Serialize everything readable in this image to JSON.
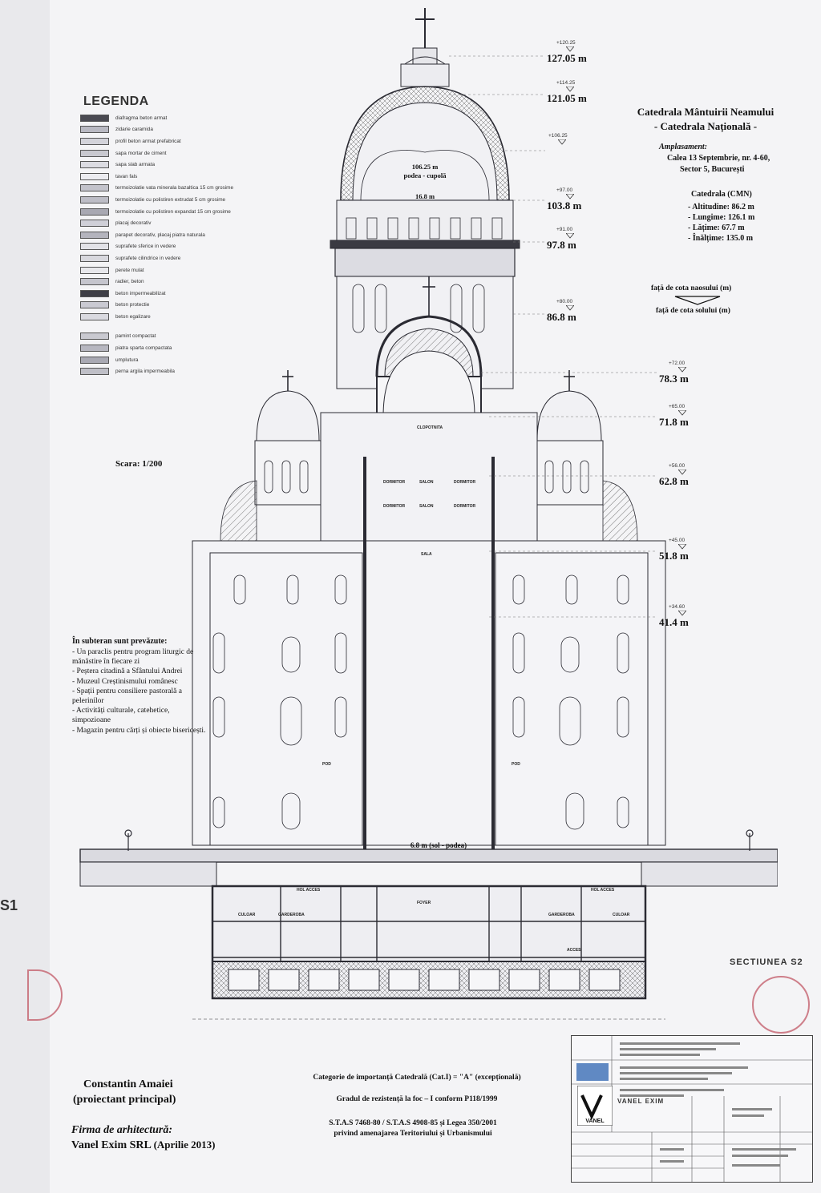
{
  "legend": {
    "title": "LEGENDA",
    "items": [
      {
        "label": "diafragma beton armat",
        "fill": "#4a4a52"
      },
      {
        "label": "zidarie caramida",
        "fill": "#b9b9c2"
      },
      {
        "label": "profil beton armat prefabricat",
        "fill": "#d3d3da"
      },
      {
        "label": "sapa mortar de ciment",
        "fill": "#c8c8cf"
      },
      {
        "label": "sapa slab armata",
        "fill": "#dcdce2"
      },
      {
        "label": "tavan fals",
        "fill": "#ececf0"
      },
      {
        "label": "termoizolatie vata minerala bazaltica 15 cm grosime",
        "fill": "#c3c3cb"
      },
      {
        "label": "termoizolatie cu polistiren extrudat 5 cm grosime",
        "fill": "#bdbdc6"
      },
      {
        "label": "termoizolatie cu polistiren expandat 15 cm grosime",
        "fill": "#a8a8b2"
      },
      {
        "label": "placaj decorativ",
        "fill": "#d0d0d8"
      },
      {
        "label": "parapet decorativ, placaj piatra naturala",
        "fill": "#b4b4bd"
      },
      {
        "label": "suprafete sferice in vedere",
        "fill": "#e2e2e7"
      },
      {
        "label": "suprafete cilindrice in vedere",
        "fill": "#d8d8de"
      },
      {
        "label": "perete mulat",
        "fill": "#e8e8ec"
      },
      {
        "label": "radier, beton",
        "fill": "#c5c5cd"
      },
      {
        "label": "beton impermeabilizat",
        "fill": "#3e3e46"
      },
      {
        "label": "beton protectie",
        "fill": "#cacad2"
      },
      {
        "label": "beton egalizare",
        "fill": "#dadae0"
      }
    ],
    "items2": [
      {
        "label": "pamint compactat",
        "fill": "#c9c9d0"
      },
      {
        "label": "piatra sparta compactata",
        "fill": "#b7b7c0"
      },
      {
        "label": "umplutura",
        "fill": "#a9a9b3"
      },
      {
        "label": "perna argila impermeabila",
        "fill": "#bfbfc7"
      }
    ]
  },
  "title": {
    "line1": "Catedrala Mântuirii Neamului",
    "line2": "- Catedrala Națională -"
  },
  "amplasament": {
    "heading": "Amplasament:",
    "lines": [
      "Calea 13 Septembrie, nr. 4-60,",
      "Sector 5, București"
    ]
  },
  "cmn": {
    "heading": "Catedrala (CMN)",
    "lines": [
      "- Altitudine: 86.2 m",
      "- Lungime: 126.1 m",
      "- Lățime: 67.7 m",
      "- Înălțime: 135.0 m"
    ]
  },
  "reference": {
    "naos": "față de cota naosului (m)",
    "sol": "față de cota solului (m)"
  },
  "levels": [
    {
      "small": "+120.25",
      "big": "127.05 m"
    },
    {
      "small": "+114.25",
      "big": "121.05 m"
    },
    {
      "small": "+106.25",
      "big": ""
    },
    {
      "small": "+97.00",
      "big": "103.8 m"
    },
    {
      "small": "+91.00",
      "big": "97.8 m"
    },
    {
      "small": "+80.00",
      "big": "86.8 m"
    },
    {
      "small": "+72.00",
      "big": "78.3 m"
    },
    {
      "small": "+65.00",
      "big": "71.8 m"
    },
    {
      "small": "+56.00",
      "big": "62.8 m"
    },
    {
      "small": "+45.00",
      "big": "51.8 m"
    },
    {
      "small": "+34.60",
      "big": "41.4 m"
    }
  ],
  "dome": {
    "label1": "106.25 m",
    "label2": "podea - cupolă",
    "width": "16.8 m"
  },
  "ground_label": "6.8 m (sol - podea)",
  "scale": "Scara: 1/200",
  "underground": {
    "heading": "În subteran sunt prevăzute:",
    "items": [
      "- Un paraclis pentru program liturgic de mănăstire în fiecare zi",
      "- Peștera citadină a Sfântului Andrei",
      "- Muzeul Creștinismului românesc",
      "- Spații pentru consiliere pastorală a pelerinilor",
      "- Activități culturale, catehetice, simpozioane",
      "- Magazin pentru cărți și obiecte bisericești."
    ]
  },
  "architect": {
    "name": "Constantin Amaiei",
    "role": "(proiectant principal)",
    "firm_heading": "Firma de arhitectură:",
    "firm": "Vanel Exim SRL",
    "date": "(Aprilie 2013)"
  },
  "notes": {
    "category": "Categorie de importanță Catedrală (Cat.I) = \"A\" (excepțională)",
    "fire": "Gradul de rezistență la foc – I conform P118/1999",
    "stas1": "S.T.A.S 7468-80 / S.T.A.S 4908-85 și Legea 350/2001",
    "stas2": "privind amenajarea Teritoriului și Urbanismului"
  },
  "section_label": "SECTIUNEA S2",
  "left_section_label": "S1",
  "titleblock": {
    "company": "VANEL EXIM",
    "logo": "VANEL"
  },
  "room_labels": {
    "clopotnita": "CLOPOTNITA",
    "dormitor": "DORMITOR",
    "salon": "SALON",
    "sala": "SALA",
    "foyer": "FOYER",
    "hol_acces": "HOL ACCES",
    "culoar": "CULOAR",
    "garderoba": "GARDEROBA",
    "acces": "ACCES",
    "pod": "POD"
  },
  "colors": {
    "ink": "#2b2b33",
    "paper": "#f4f4f6",
    "stamp": "#c25866",
    "tb_blue": "#3a6db5"
  }
}
